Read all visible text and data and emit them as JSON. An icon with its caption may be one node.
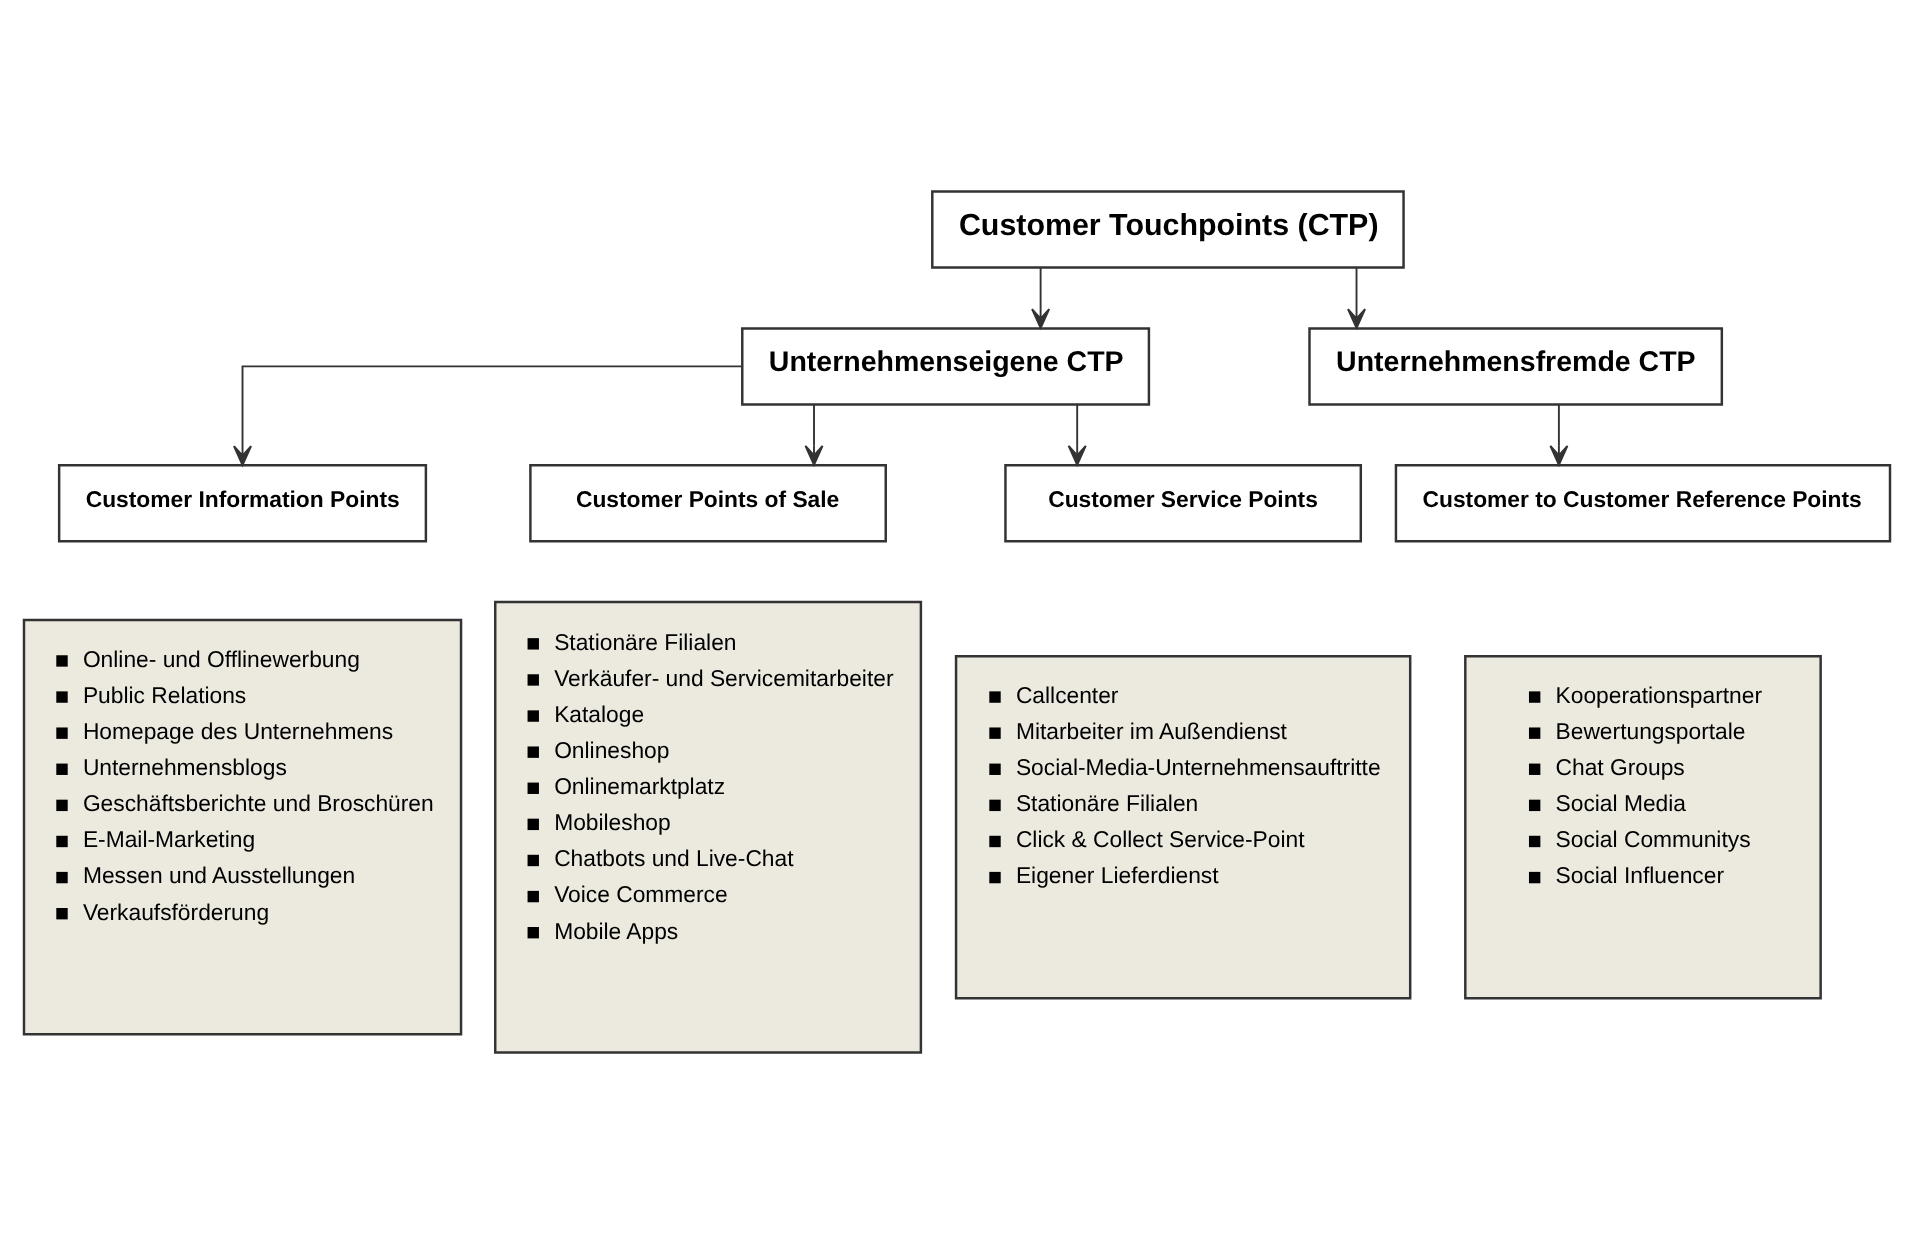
{
  "diagram": {
    "nodes": [
      {
        "text": [
          "Customer Touchpoints (CTP)"
        ]
      },
      {
        "text": [
          "Unternehmenseigene CTP"
        ]
      },
      {
        "text": [
          "Unternehmensfremde CTP"
        ]
      },
      {
        "text": [
          "Customer Information Points"
        ]
      },
      {
        "text": [
          "Customer Points of Sale"
        ]
      },
      {
        "text": [
          "Customer Service Points"
        ]
      },
      {
        "text": [
          "Customer to Customer Reference Points"
        ]
      },
      {
        "text": [
          "Online- und Offlinewerbung",
          "Public Relations",
          "Homepage des Unternehmens",
          "Unternehmensblogs",
          "Geschäftsberichte und Broschüren",
          "E-Mail-Marketing",
          "Messen und Ausstellungen",
          "Verkaufsförderung"
        ]
      },
      {
        "text": [
          "Stationäre Filialen",
          "Verkäufer- und Servicemitarbeiter",
          "Kataloge",
          "Onlineshop",
          "Onlinemarktplatz",
          "Mobileshop",
          "Chatbots und Live-Chat",
          "Voice Commerce",
          "Mobile Apps"
        ]
      },
      {
        "text": [
          "Callcenter",
          "Mitarbeiter im Außendienst",
          "Social-Media-Unternehmensauftritte",
          "Stationäre Filialen",
          "Click & Collect Service-Point",
          "Eigener Lieferdienst"
        ]
      },
      {
        "text": [
          "Kooperationspartner",
          "Bewertungsportale",
          "Chat Groups",
          "Social Media",
          "Social Communitys",
          "Social Influencer"
        ]
      }
    ],
    "edges": [
      {
        "from": 0,
        "to": 1,
        "arrow": "to"
      },
      {
        "from": 0,
        "to": 2,
        "arrow": "to"
      },
      {
        "from": 1,
        "to": 3,
        "arrow": "to"
      },
      {
        "from": 1,
        "to": 4,
        "arrow": "to"
      },
      {
        "from": 1,
        "to": 5,
        "arrow": "to"
      },
      {
        "from": 2,
        "to": 6,
        "arrow": "to"
      }
    ]
  }
}
